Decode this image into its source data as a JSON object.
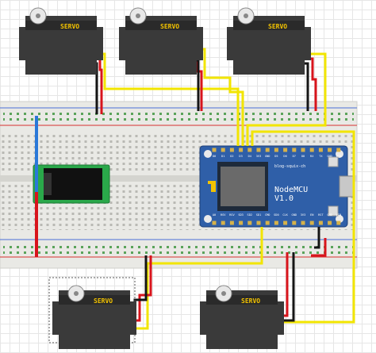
{
  "servo_label": "SERVO",
  "board": {
    "title": "NodeMCU",
    "version": "V1.0",
    "url": "blog-squix-ch",
    "top_pins": [
      "D0",
      "D1",
      "D2",
      "D3",
      "D4",
      "3V3",
      "GND",
      "D5",
      "D6",
      "D7",
      "D8",
      "RX",
      "TX",
      "GND",
      "3V3"
    ],
    "bottom_pins": [
      "A0",
      "RSV",
      "RSV",
      "SD3",
      "SD2",
      "SD1",
      "CMD",
      "SD0",
      "CLK",
      "GND",
      "3V3",
      "EN",
      "RST",
      "GND",
      "VIN"
    ]
  },
  "colors": {
    "servo_body": "#3a3a3a",
    "servo_label": "#f2c200",
    "board": "#2f5fa8",
    "breadboard": "#e8e8e4",
    "wire_yellow": "#f2e500",
    "wire_red": "#d8141c",
    "wire_black": "#151515",
    "wire_blue": "#2a78d8",
    "jack_pcb": "#2aa84a"
  },
  "icons": [
    "servo-horn-icon",
    "wifi-antenna-icon",
    "usb-port-icon",
    "dc-jack-icon"
  ]
}
